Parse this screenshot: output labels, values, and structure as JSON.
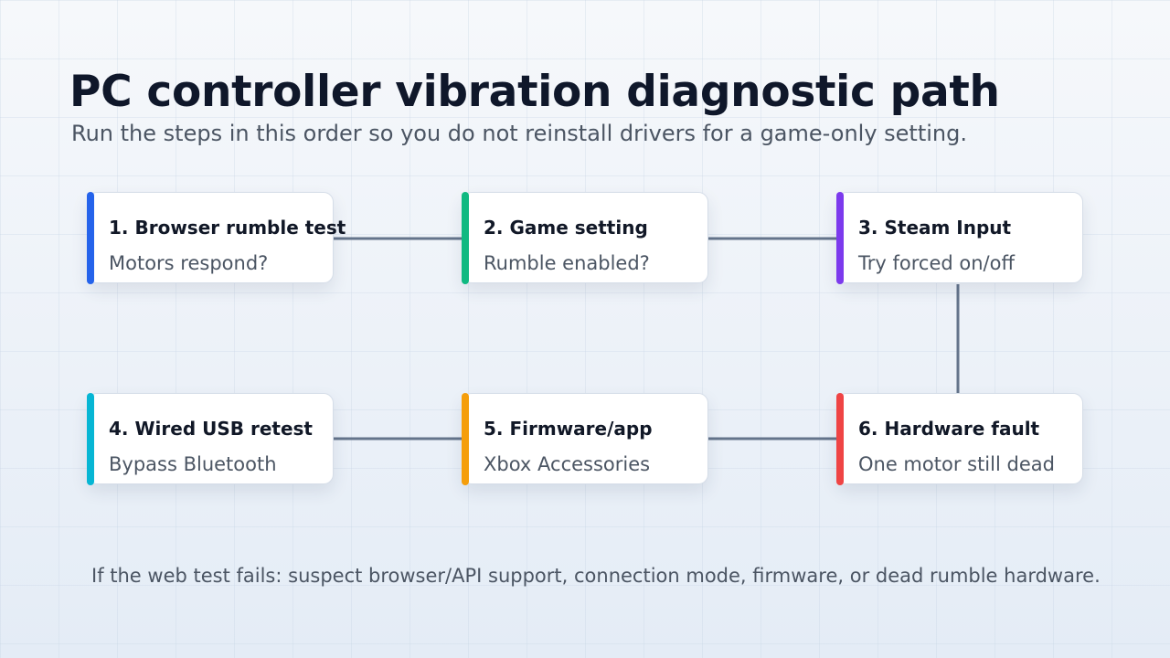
{
  "header": {
    "title": "PC controller vibration diagnostic path",
    "subtitle": "Run the steps in this order so you do not reinstall drivers for a game-only setting."
  },
  "steps": [
    {
      "title": "1. Browser rumble test",
      "subtitle": "Motors respond?",
      "accent_color": "#2563eb"
    },
    {
      "title": "2. Game setting",
      "subtitle": "Rumble enabled?",
      "accent_color": "#10b981"
    },
    {
      "title": "3. Steam Input",
      "subtitle": "Try forced on/off",
      "accent_color": "#7c3aed"
    },
    {
      "title": "4. Wired USB retest",
      "subtitle": "Bypass Bluetooth",
      "accent_color": "#06b6d4"
    },
    {
      "title": "5. Firmware/app",
      "subtitle": "Xbox Accessories",
      "accent_color": "#f59e0b"
    },
    {
      "title": "6. Hardware fault",
      "subtitle": "One motor still dead",
      "accent_color": "#ef4444"
    }
  ],
  "connections": [
    {
      "from": "1. Browser rumble test",
      "to": "2. Game setting"
    },
    {
      "from": "2. Game setting",
      "to": "3. Steam Input"
    },
    {
      "from": "3. Steam Input",
      "to": "6. Hardware fault"
    },
    {
      "from": "6. Hardware fault",
      "to": "5. Firmware/app"
    },
    {
      "from": "5. Firmware/app",
      "to": "4. Wired USB retest"
    }
  ],
  "connector_color": "#64748b",
  "footnote": "If the web test fails: suspect browser/API support, connection mode, firmware, or dead rumble hardware."
}
